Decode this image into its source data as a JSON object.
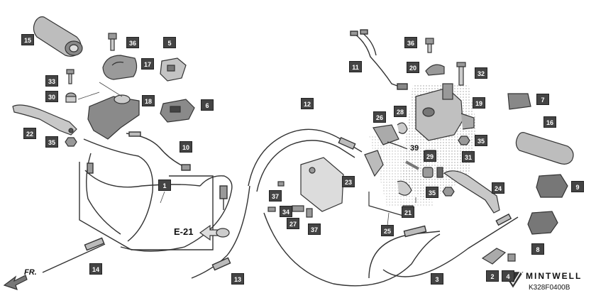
{
  "callouts": [
    {
      "id": "p15",
      "text": "15"
    },
    {
      "id": "p36a",
      "text": "36"
    },
    {
      "id": "p5",
      "text": "5"
    },
    {
      "id": "p17",
      "text": "17"
    },
    {
      "id": "p33",
      "text": "33"
    },
    {
      "id": "p30",
      "text": "30"
    },
    {
      "id": "p18",
      "text": "18"
    },
    {
      "id": "p6",
      "text": "6"
    },
    {
      "id": "p22",
      "text": "22"
    },
    {
      "id": "p35a",
      "text": "35"
    },
    {
      "id": "p10",
      "text": "10"
    },
    {
      "id": "p1",
      "text": "1"
    },
    {
      "id": "p14",
      "text": "14"
    },
    {
      "id": "p12",
      "text": "12"
    },
    {
      "id": "p11",
      "text": "11"
    },
    {
      "id": "p36b",
      "text": "36"
    },
    {
      "id": "p20",
      "text": "20"
    },
    {
      "id": "p32",
      "text": "32"
    },
    {
      "id": "p19",
      "text": "19"
    },
    {
      "id": "p7",
      "text": "7"
    },
    {
      "id": "p26",
      "text": "26"
    },
    {
      "id": "p28",
      "text": "28"
    },
    {
      "id": "p35b",
      "text": "35"
    },
    {
      "id": "p16",
      "text": "16"
    },
    {
      "id": "p29",
      "text": "29"
    },
    {
      "id": "p31",
      "text": "31"
    },
    {
      "id": "p23",
      "text": "23"
    },
    {
      "id": "p37a",
      "text": "37"
    },
    {
      "id": "p34",
      "text": "34"
    },
    {
      "id": "p27",
      "text": "27"
    },
    {
      "id": "p37b",
      "text": "37"
    },
    {
      "id": "p21",
      "text": "21"
    },
    {
      "id": "p35c",
      "text": "35"
    },
    {
      "id": "p24",
      "text": "24"
    },
    {
      "id": "p9",
      "text": "9"
    },
    {
      "id": "p25",
      "text": "25"
    },
    {
      "id": "p8",
      "text": "8"
    },
    {
      "id": "p13",
      "text": "13"
    },
    {
      "id": "p3",
      "text": "3"
    },
    {
      "id": "p2",
      "text": "2"
    },
    {
      "id": "p4",
      "text": "4"
    }
  ],
  "references": {
    "e21": "E-21",
    "ref39": "39",
    "front": "FR."
  },
  "brand": {
    "name": "MINTWELL",
    "code": "K328F0400B"
  },
  "colors": {
    "callout_bg": "#444444",
    "line": "#333333",
    "part_fill": "#cfcfcf",
    "dark_fill": "#7a7a7a"
  }
}
